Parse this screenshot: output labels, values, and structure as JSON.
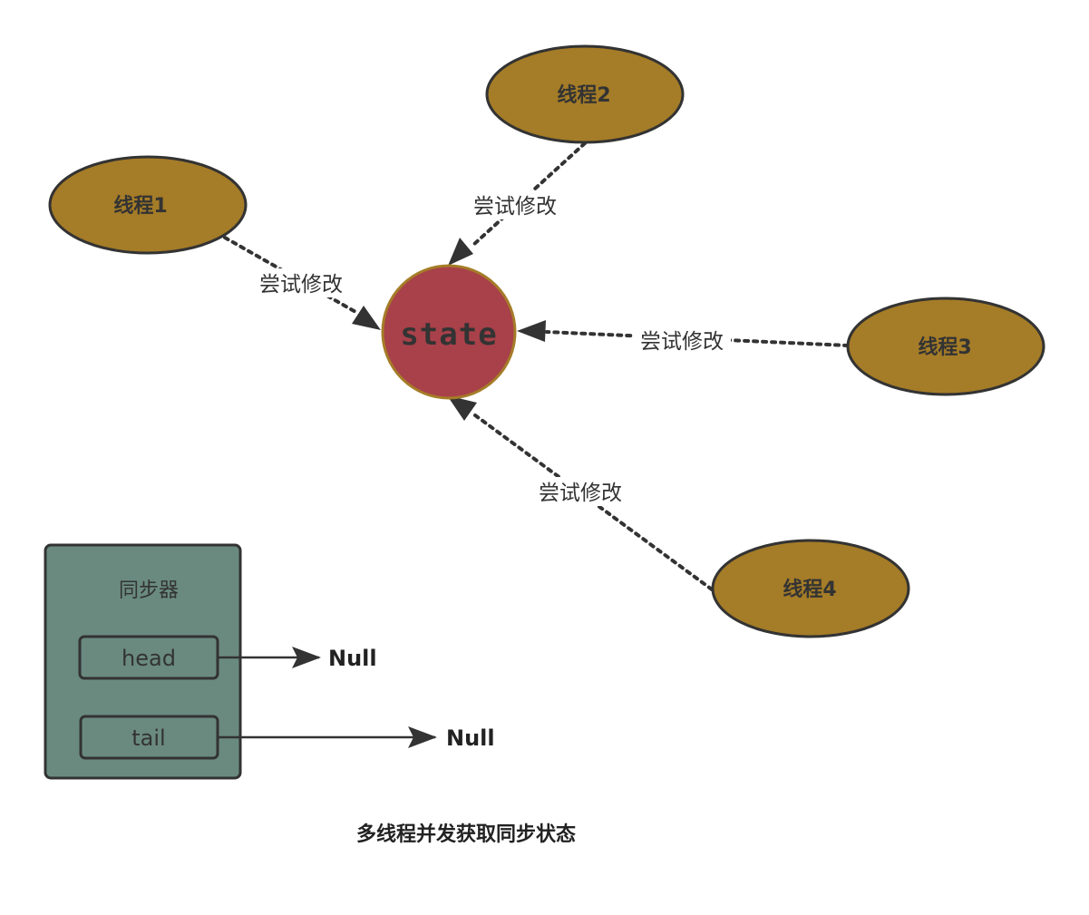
{
  "state": {
    "label": "state"
  },
  "threads": [
    {
      "label": "线程1",
      "edge_label": "尝试修改"
    },
    {
      "label": "线程2",
      "edge_label": "尝试修改"
    },
    {
      "label": "线程3",
      "edge_label": "尝试修改"
    },
    {
      "label": "线程4",
      "edge_label": "尝试修改"
    }
  ],
  "synchronizer": {
    "title": "同步器",
    "head": {
      "label": "head",
      "target": "Null"
    },
    "tail": {
      "label": "tail",
      "target": "Null"
    }
  },
  "caption": "多线程并发获取同步状态",
  "colors": {
    "thread_fill": "#A57C27",
    "state_fill": "#A8414A",
    "state_stroke": "#A57C27",
    "sync_fill": "#6A8A80",
    "outline": "#333333"
  }
}
